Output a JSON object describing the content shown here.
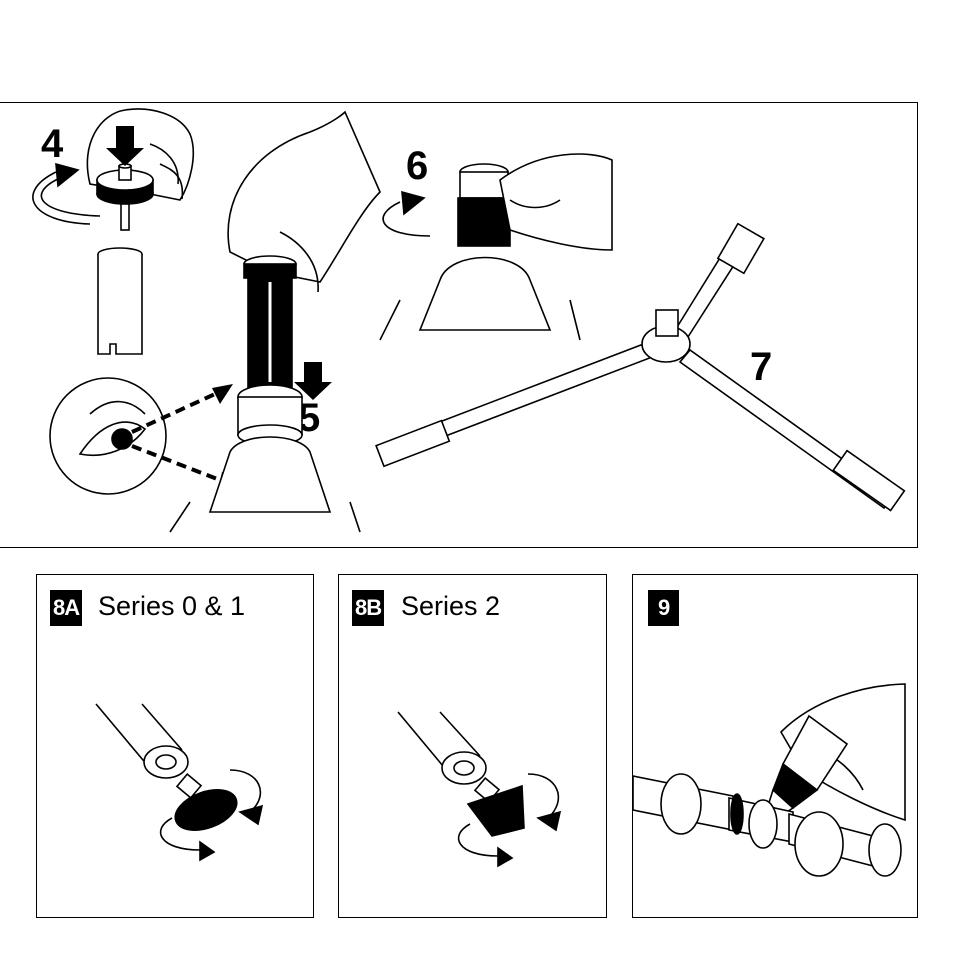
{
  "steps": {
    "s4": "4",
    "s5": "5",
    "s6": "6",
    "s7": "7",
    "s8a": "8A",
    "s8b": "8B",
    "s9": "9"
  },
  "captions": {
    "series_8a": "Series 0 & 1",
    "series_8b": "Series 2"
  },
  "icons": [
    "hand-icon",
    "rotate-arrow-icon",
    "down-arrow-icon",
    "eye-icon",
    "tripod-leg-icon",
    "rubber-foot-icon",
    "spike-foot-icon",
    "grease-tube-icon"
  ],
  "colors": {
    "ink": "#000000",
    "paper": "#ffffff"
  }
}
